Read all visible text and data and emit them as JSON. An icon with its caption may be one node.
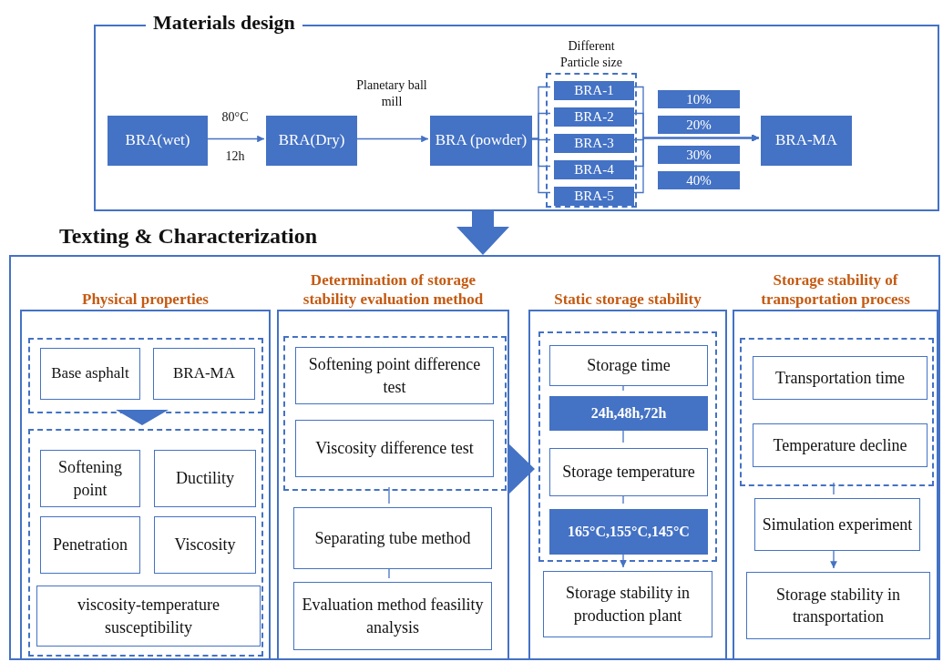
{
  "diagram": {
    "nodes": [
      {
        "text": [
          "Materials design"
        ]
      },
      {
        "text": [
          "BRA(wet)"
        ],
        "in": 0
      },
      {
        "text": [
          "BRA(Dry)"
        ],
        "in": 0
      },
      {
        "text": [
          "BRA (powder)"
        ],
        "in": 0
      },
      {
        "text": [
          "Different Particle size"
        ],
        "in": 0
      },
      {
        "text": [
          "BRA-1"
        ],
        "in": 4
      },
      {
        "text": [
          "BRA-2"
        ],
        "in": 4
      },
      {
        "text": [
          "BRA-3"
        ],
        "in": 4
      },
      {
        "text": [
          "BRA-4"
        ],
        "in": 4
      },
      {
        "text": [
          "BRA-5"
        ],
        "in": 4
      },
      {
        "text": [
          "10%"
        ],
        "in": 0
      },
      {
        "text": [
          "20%"
        ],
        "in": 0
      },
      {
        "text": [
          "30%"
        ],
        "in": 0
      },
      {
        "text": [
          "40%"
        ],
        "in": 0
      },
      {
        "text": [
          "BRA-MA"
        ],
        "in": 0
      },
      {
        "text": [
          "Texting & Characterization"
        ]
      },
      {
        "text": [
          "Physical properties"
        ],
        "in": 15
      },
      {
        "text": [],
        "shape": "box",
        "in": 16
      },
      {
        "text": [
          "Base asphalt"
        ],
        "in": 17
      },
      {
        "text": [
          "BRA-MA"
        ],
        "in": 17
      },
      {
        "text": [],
        "shape": "box",
        "in": 16
      },
      {
        "text": [
          "Softening point"
        ],
        "in": 20
      },
      {
        "text": [
          "Ductility"
        ],
        "in": 20
      },
      {
        "text": [
          "Penetration"
        ],
        "in": 20
      },
      {
        "text": [
          "Viscosity"
        ],
        "in": 20
      },
      {
        "text": [
          "viscosity-temperature susceptibility"
        ],
        "in": 20
      },
      {
        "text": [
          "Determination of storage stability evaluation method"
        ],
        "in": 15
      },
      {
        "text": [],
        "shape": "box",
        "in": 26
      },
      {
        "text": [
          "Softening point difference test"
        ],
        "in": 27
      },
      {
        "text": [
          "Viscosity difference test"
        ],
        "in": 27
      },
      {
        "text": [
          "Separating tube method"
        ],
        "in": 26
      },
      {
        "text": [
          "Evaluation method feasility analysis"
        ],
        "in": 26
      },
      {
        "text": [
          "Static storage stability"
        ],
        "in": 15
      },
      {
        "text": [],
        "shape": "box",
        "in": 32
      },
      {
        "text": [
          "Storage time"
        ],
        "in": 33
      },
      {
        "text": [
          "24h,48h,72h"
        ],
        "in": 33
      },
      {
        "text": [
          "Storage temperature"
        ],
        "in": 33
      },
      {
        "text": [
          "165°C,155°C,145°C"
        ],
        "in": 33
      },
      {
        "text": [
          "Storage stability in production plant"
        ],
        "in": 32
      },
      {
        "text": [
          "Storage stability of transportation process"
        ],
        "in": 15
      },
      {
        "text": [],
        "shape": "box",
        "in": 39
      },
      {
        "text": [
          "Transportation time"
        ],
        "in": 40
      },
      {
        "text": [
          "Temperature decline"
        ],
        "in": 40
      },
      {
        "text": [
          "Simulation experiment"
        ],
        "in": 39
      },
      {
        "text": [
          "Storage stability in transportation"
        ],
        "in": 39
      }
    ],
    "edges": [
      {
        "from": 1,
        "to": 2,
        "arrow": "to",
        "label": "80°C"
      },
      {
        "from": 2,
        "to": 3,
        "arrow": "to",
        "label": "Planetary ball mill"
      },
      {
        "from": 3,
        "to": 5,
        "arrow": "none"
      },
      {
        "from": 3,
        "to": 6,
        "arrow": "none"
      },
      {
        "from": 3,
        "to": 7,
        "arrow": "none"
      },
      {
        "from": 3,
        "to": 8,
        "arrow": "none"
      },
      {
        "from": 3,
        "to": 9,
        "arrow": "none"
      },
      {
        "from": 5,
        "to": 14,
        "arrow": "to"
      },
      {
        "from": 6,
        "to": 14,
        "arrow": "to"
      },
      {
        "from": 7,
        "to": 14,
        "arrow": "to"
      },
      {
        "from": 8,
        "to": 14,
        "arrow": "to"
      },
      {
        "from": 9,
        "to": 14,
        "arrow": "to"
      },
      {
        "from": 0,
        "to": 15,
        "arrow": "to",
        "style": "thick"
      },
      {
        "from": 17,
        "to": 20,
        "arrow": "to",
        "style": "thick"
      },
      {
        "from": 26,
        "to": 33,
        "arrow": "to",
        "style": "thick"
      },
      {
        "from": 27,
        "to": 30,
        "arrow": "none"
      },
      {
        "from": 30,
        "to": 31,
        "arrow": "none"
      },
      {
        "from": 34,
        "to": 35,
        "arrow": "none"
      },
      {
        "from": 35,
        "to": 36,
        "arrow": "none"
      },
      {
        "from": 36,
        "to": 37,
        "arrow": "none"
      },
      {
        "from": 37,
        "to": 38,
        "arrow": "to"
      },
      {
        "from": 40,
        "to": 43,
        "arrow": "none"
      },
      {
        "from": 43,
        "to": 44,
        "arrow": "to"
      }
    ],
    "labels": [
      "12h"
    ]
  }
}
